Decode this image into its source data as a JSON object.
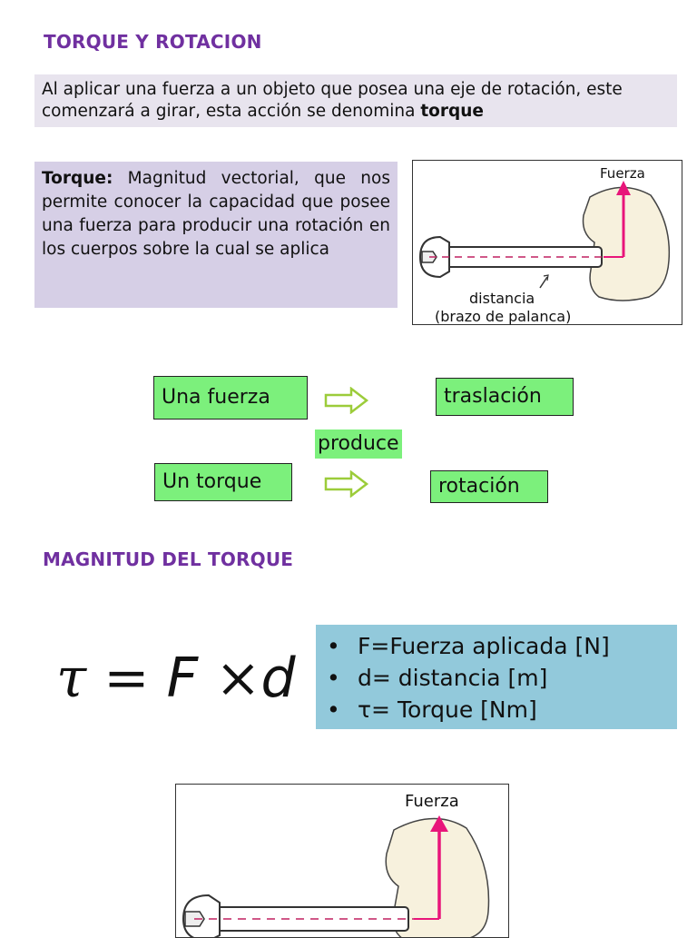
{
  "heading1": "TORQUE Y ROTACION",
  "intro": {
    "text": "Al aplicar una fuerza a un objeto que posea una eje de rotación, este comenzará a girar, esta acción se denomina ",
    "bold": "torque"
  },
  "definition": {
    "term": "Torque:",
    "text": " Magnitud vectorial, que nos permite conocer la capacidad que posee una fuerza para producir una rotación en los cuerpos sobre la cual se aplica"
  },
  "diagram": {
    "force_label": "Fuerza",
    "distance_label": "distancia",
    "arm_label": "(brazo de palanca)",
    "force_label_2": "Fuerza"
  },
  "flow": {
    "force": "Una fuerza",
    "translation": "traslación",
    "produces": "produce",
    "torque": "Un torque",
    "rotation": "rotación"
  },
  "heading2": "MAGNITUD DEL TORQUE",
  "formula": {
    "tau": "τ",
    "eq": " = ",
    "F": "F",
    "times": " ×",
    "d": "d"
  },
  "legend": [
    "F=Fuerza aplicada [N]",
    "d= distancia [m]",
    "τ= Torque [Nm]"
  ],
  "colors": {
    "heading": "#7030a0",
    "green": "#7cf07c",
    "blue": "#92c9db",
    "arrow": "#e8157a"
  }
}
